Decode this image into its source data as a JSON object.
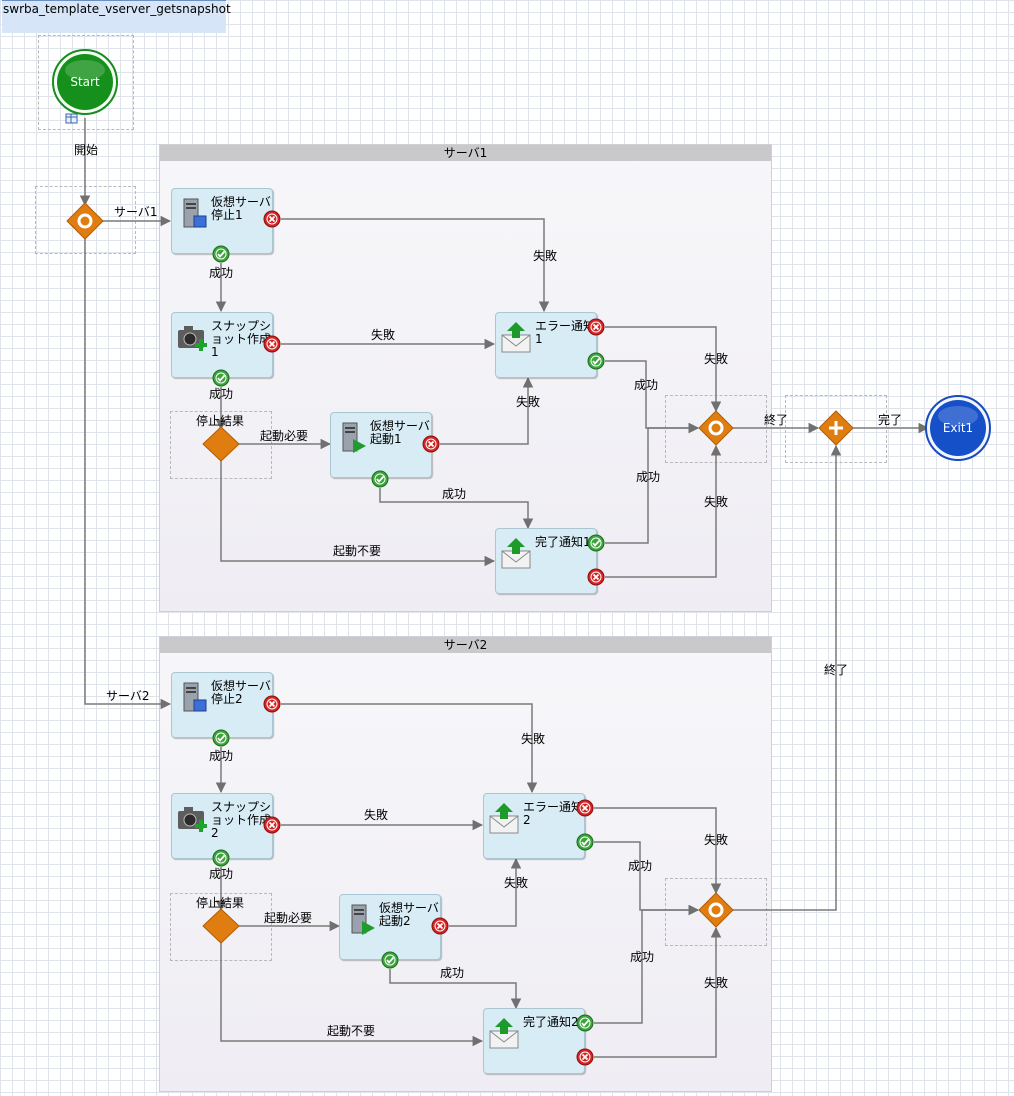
{
  "diagram_title": "swrba_template_vserver_getsnapshot",
  "nodes": {
    "start": "Start",
    "exit": "Exit1"
  },
  "lanes": {
    "lane1": "サーバ1",
    "lane2": "サーバ2"
  },
  "tasks": {
    "stop1": "仮想サーバ停止1",
    "snap1": "スナップショット作成1",
    "start1": "仮想サーバ起動1",
    "err1": "エラー通知1",
    "done1": "完了通知1",
    "stop2": "仮想サーバ停止2",
    "snap2": "スナップショット作成2",
    "start2": "仮想サーバ起動2",
    "err2": "エラー通知2",
    "done2": "完了通知2"
  },
  "decisions": {
    "cond1": "停止結果",
    "cond2": "停止結果"
  },
  "edges": {
    "begin": "開始",
    "to_lane1": "サーバ1",
    "to_lane2": "サーバ2",
    "l1_stop_fail": "失敗",
    "l1_stop_ok": "成功",
    "l1_snap_fail": "失敗",
    "l1_snap_ok": "成功",
    "l1_need_start": "起動必要",
    "l1_no_start": "起動不要",
    "l1_start_fail": "失敗",
    "l1_start_ok": "成功",
    "l1_err_fail": "失敗",
    "l1_err_ok": "成功",
    "l1_done_ok": "成功",
    "l1_done_fail": "失敗",
    "l1_end": "終了",
    "l2_end": "終了",
    "complete": "完了",
    "l2_stop_fail": "失敗",
    "l2_stop_ok": "成功",
    "l2_snap_fail": "失敗",
    "l2_snap_ok": "成功",
    "l2_need_start": "起動必要",
    "l2_no_start": "起動不要",
    "l2_start_fail": "失敗",
    "l2_start_ok": "成功",
    "l2_err_fail": "失敗",
    "l2_err_ok": "成功",
    "l2_done_ok": "成功",
    "l2_done_fail": "失敗"
  },
  "colors": {
    "start_node": "#16901c",
    "exit_node": "#1550c8",
    "gateway": "#e07d10",
    "task_fill": "#d7ecf5",
    "success_badge": "#3aa63a",
    "failure_badge": "#d42424",
    "connector": "#707070"
  }
}
